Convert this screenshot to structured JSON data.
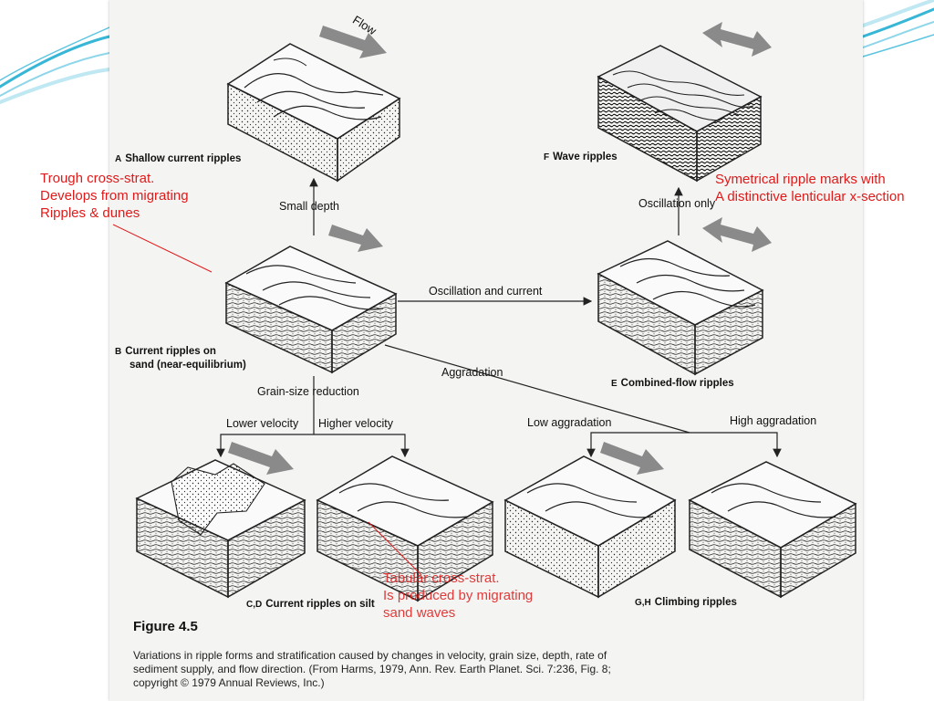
{
  "figure": {
    "flow_label": "Flow",
    "blocks": {
      "a": {
        "letter": "A",
        "caption": "Shallow current ripples"
      },
      "b": {
        "letter": "B",
        "caption_line1": "Current ripples on",
        "caption_line2": "sand (near-equilibrium)"
      },
      "cd": {
        "letter": "C,D",
        "caption": "Current ripples on silt"
      },
      "e": {
        "letter": "E",
        "caption": "Combined-flow ripples"
      },
      "f": {
        "letter": "F",
        "caption": "Wave ripples"
      },
      "gh": {
        "letter": "G,H",
        "caption": "Climbing ripples"
      }
    },
    "arrows": {
      "small_depth": "Small depth",
      "oscillation_current": "Oscillation and current",
      "oscillation_only": "Oscillation only",
      "aggradation": "Aggradation",
      "grain_size": "Grain-size reduction",
      "lower_velocity": "Lower velocity",
      "higher_velocity": "Higher velocity",
      "low_aggradation": "Low aggradation",
      "high_aggradation": "High aggradation"
    },
    "title": "Figure 4.5",
    "description": "Variations in ripple forms and stratification caused by changes in velocity, grain size, depth, rate of sediment supply, and flow direction. (From Harms, 1979, Ann. Rev. Earth Planet. Sci. 7:236, Fig. 8; copyright © 1979 Annual Reviews, Inc.)"
  },
  "annotations": {
    "trough": [
      "Trough cross-strat.",
      "Develops from migrating",
      "Ripples & dunes"
    ],
    "symmetrical": [
      "Symetrical ripple marks with",
      "A distinctive lenticular x-section"
    ],
    "tabular": [
      "Tabular cross-strat.",
      "Is produced by migrating",
      "sand waves"
    ]
  },
  "colors": {
    "annotation": "#e01a1a",
    "ink": "#111111",
    "flow_arrow": "#8a8a8a",
    "slide_accent": "#37b6d6"
  }
}
